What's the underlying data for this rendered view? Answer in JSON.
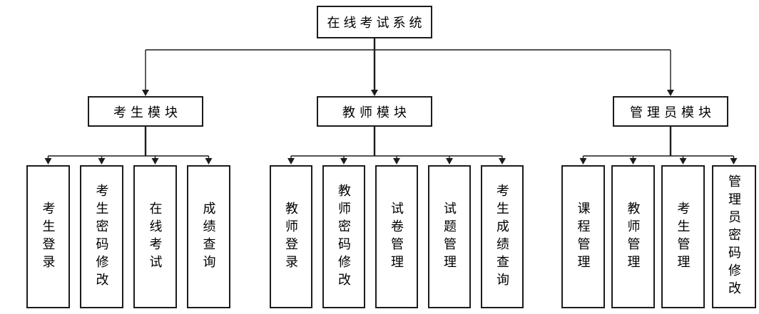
{
  "diagram": {
    "root": {
      "label": "在线考试系统"
    },
    "modules": [
      {
        "label": "考生模块",
        "children": [
          {
            "label": "考生登录"
          },
          {
            "label": "考生密码修改"
          },
          {
            "label": "在线考试"
          },
          {
            "label": "成绩查询"
          }
        ]
      },
      {
        "label": "教师模块",
        "children": [
          {
            "label": "教师登录"
          },
          {
            "label": "教师密码修改"
          },
          {
            "label": "试卷管理"
          },
          {
            "label": "试题管理"
          },
          {
            "label": "考生成绩查询"
          }
        ]
      },
      {
        "label": "管理员模块",
        "children": [
          {
            "label": "课程管理"
          },
          {
            "label": "教师管理"
          },
          {
            "label": "考生管理"
          },
          {
            "label": "管理员密码修改"
          }
        ]
      }
    ]
  },
  "colors": {
    "background": "#ffffff",
    "line": "#1c1c1c",
    "box_border": "#1c1c1c",
    "text": "#000000"
  }
}
